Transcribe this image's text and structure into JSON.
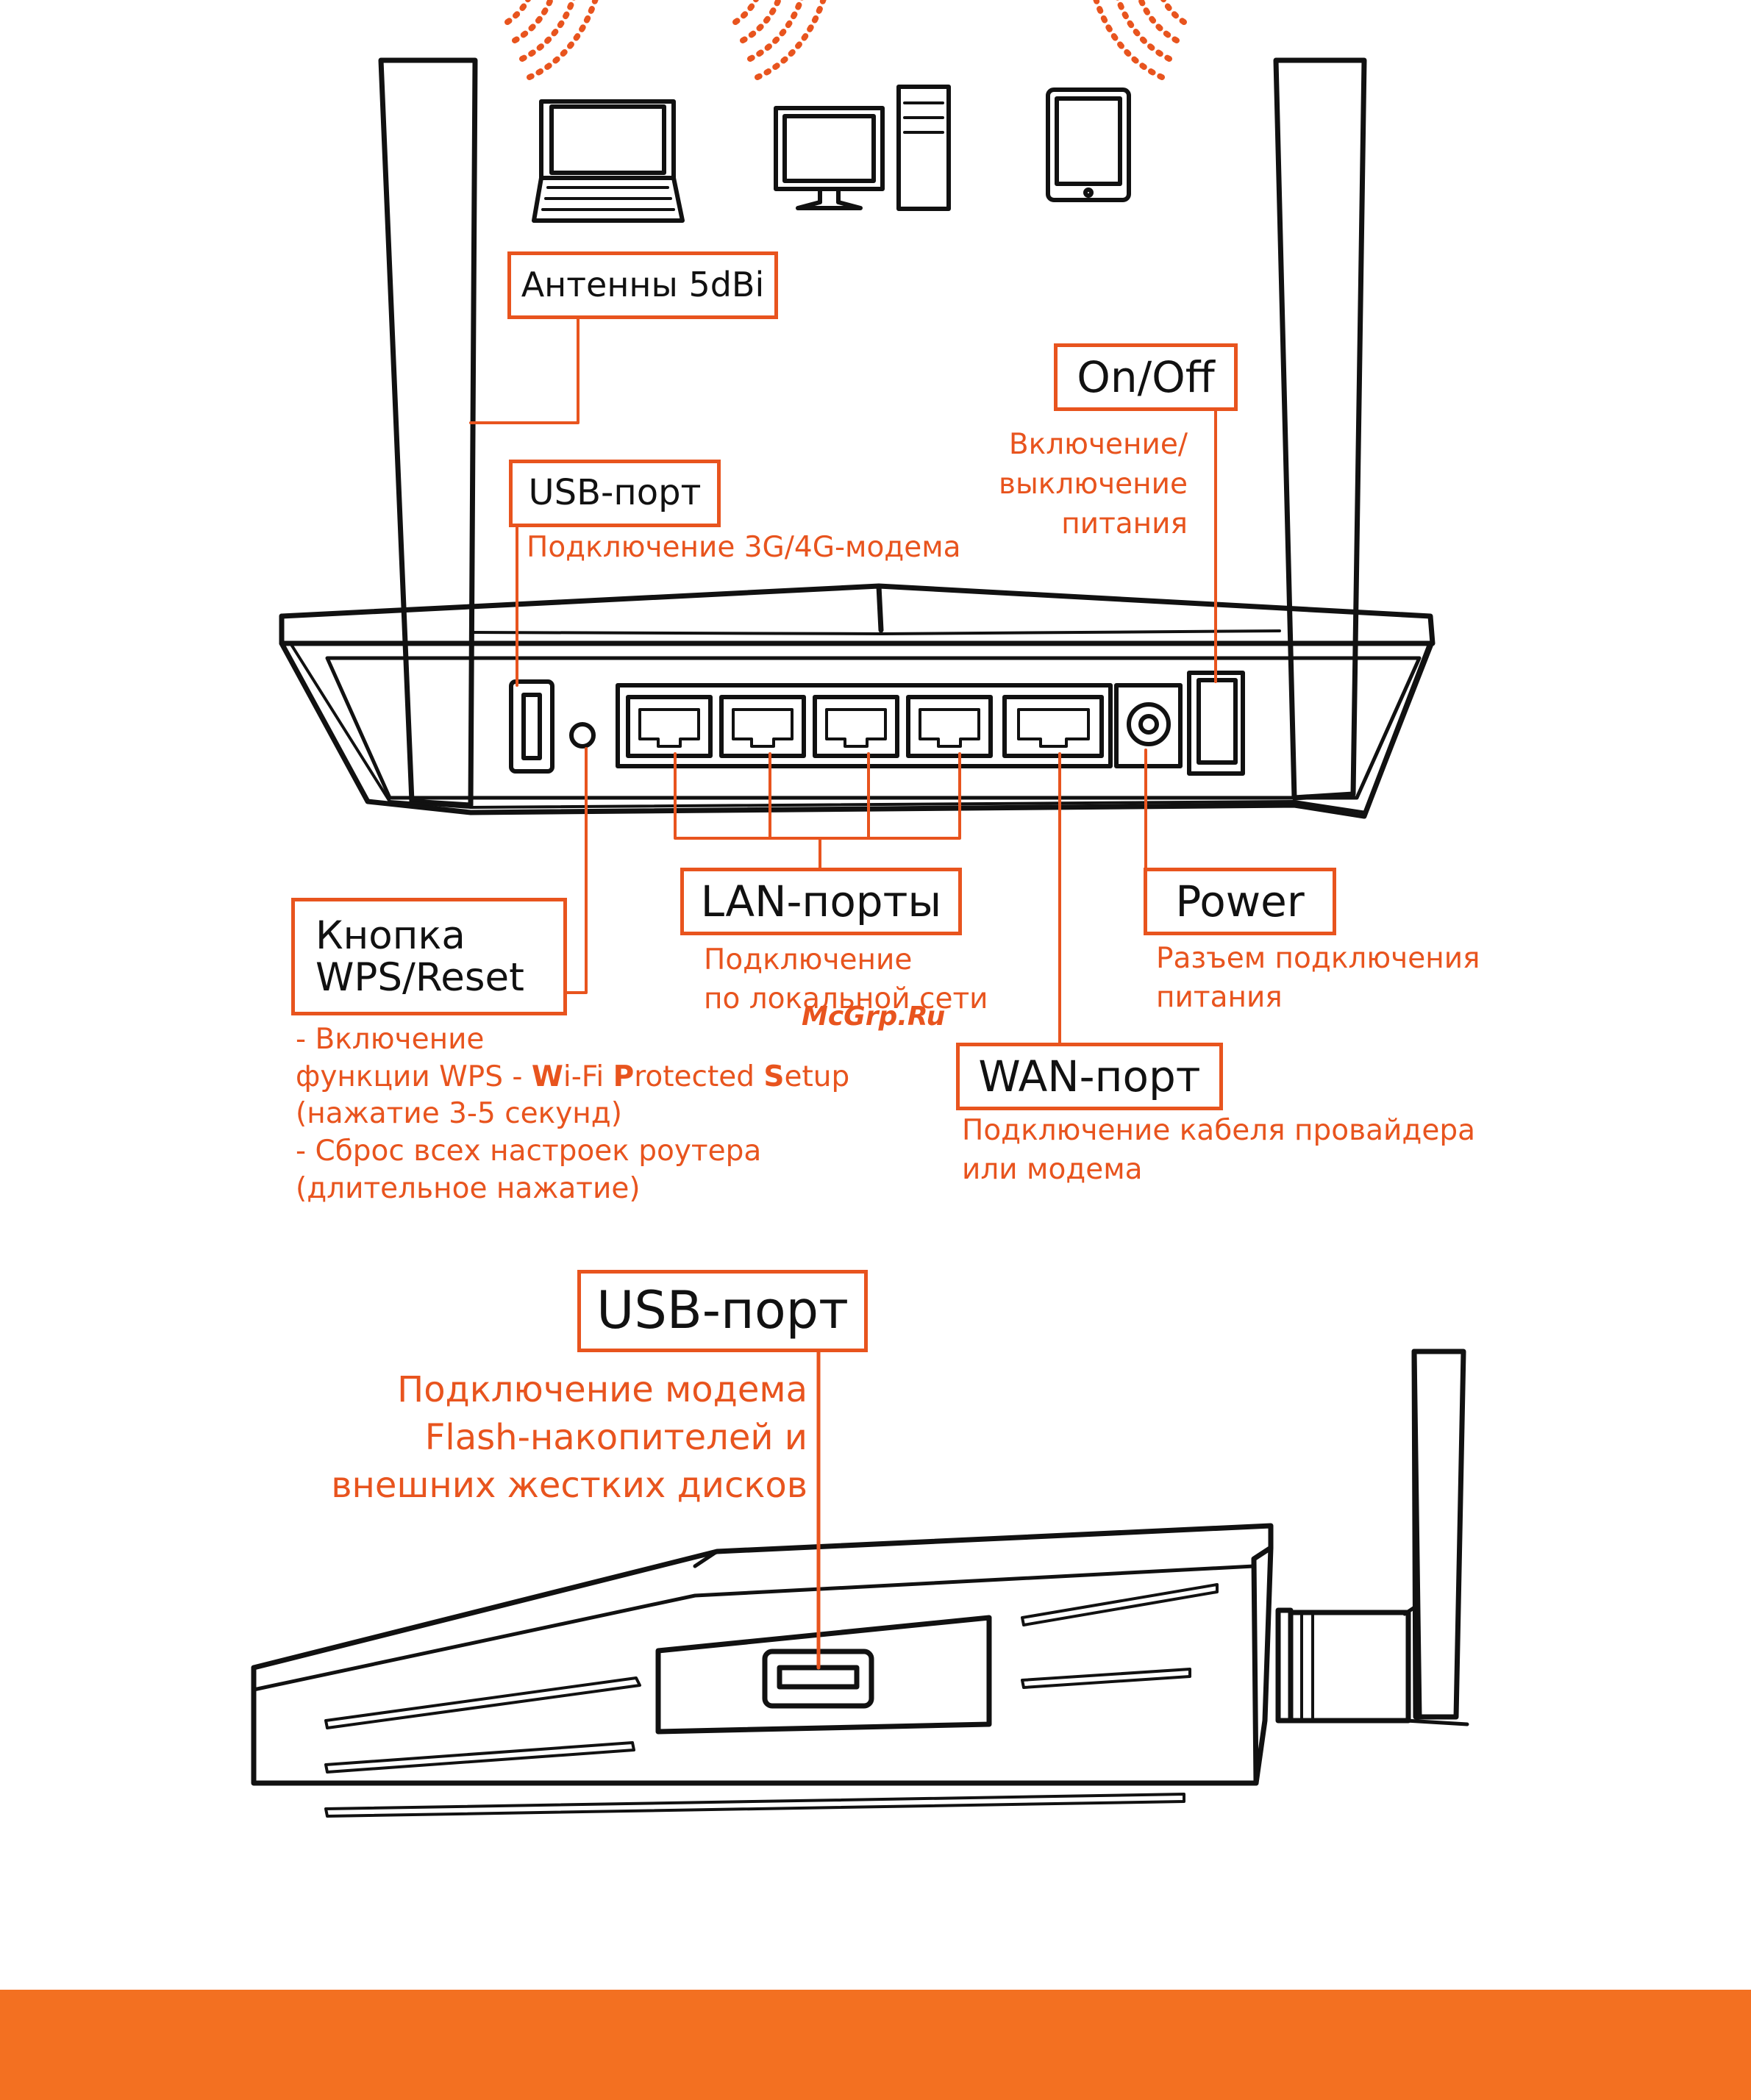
{
  "labels": {
    "antennas": "Антенны 5dBi",
    "on_off": "On/Off",
    "on_off_desc": [
      "Включение/",
      "выключение",
      "питания"
    ],
    "usb_top": "USB-порт",
    "usb_top_desc": "Подключение 3G/4G-модема",
    "wps_reset": [
      "Кнопка",
      "WPS/Reset"
    ],
    "wps_desc": {
      "line1": "- Включение",
      "line2_prefix": "функции WPS - ",
      "w_bold": "W",
      "w_rest": "i-Fi ",
      "p_bold": "P",
      "p_rest": "rotected ",
      "s_bold": "S",
      "s_rest": "etup",
      "line3": "(нажатие 3-5 секунд)",
      "line4": "- Сброс всех настроек роутера",
      "line5": "(длительное нажатие)"
    },
    "lan": "LAN-порты",
    "lan_desc": [
      "Подключение",
      "по локальной сети"
    ],
    "power": "Power",
    "power_desc": [
      "Разъем подключения",
      "питания"
    ],
    "wan": "WAN-порт",
    "wan_desc": [
      "Подключение кабеля провайдера",
      "или модема"
    ],
    "usb_side": "USB-порт",
    "usb_side_desc": [
      "Подключение модема",
      "Flash-накопителей и",
      "внешних жестких дисков"
    ]
  },
  "watermark": "McGrp.Ru",
  "colors": {
    "accent": "#e8541e",
    "footer": "#f37021",
    "line": "#111111"
  }
}
